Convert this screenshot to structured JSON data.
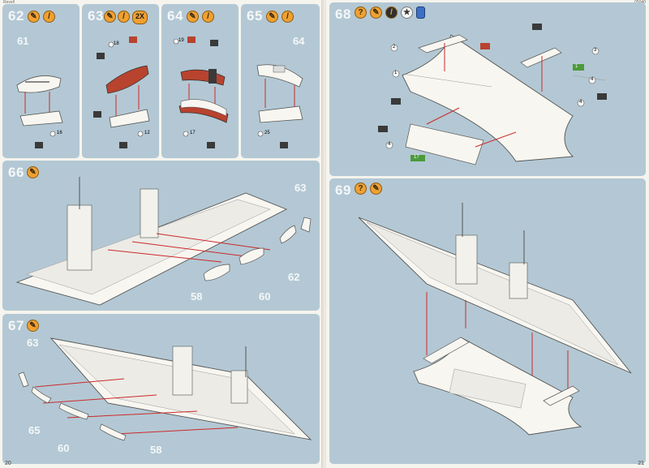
{
  "pages": {
    "left_number": "20",
    "right_number": "21",
    "left_top_note": "Revell",
    "right_top_note": "05040"
  },
  "steps": {
    "s62": {
      "number": "62",
      "labels": [
        "61"
      ],
      "callouts": [
        "16"
      ]
    },
    "s63": {
      "number": "63",
      "repeat_badge": "2X",
      "callouts": [
        "18",
        "12"
      ]
    },
    "s64": {
      "number": "64",
      "callouts": [
        "19",
        "17"
      ]
    },
    "s65": {
      "number": "65",
      "labels": [
        "64"
      ],
      "callouts": [
        "25"
      ]
    },
    "s66": {
      "number": "66",
      "labels": [
        "63",
        "62",
        "60",
        "58"
      ]
    },
    "s67": {
      "number": "67",
      "labels": [
        "63",
        "65",
        "60",
        "58"
      ]
    },
    "s68": {
      "number": "68",
      "callouts": [
        "2",
        "3",
        "1",
        "4",
        "4",
        "4"
      ],
      "paint_codes": [
        "1",
        "17"
      ]
    },
    "s69": {
      "number": "69"
    }
  },
  "colors": {
    "panel": "#b3c8d4",
    "leader_line": "#cc2a2a",
    "paint_white": "#f8f6f0",
    "paint_red": "#b8432e",
    "paint_dark": "#3a3a3a",
    "paint_green": "#4c9a3c"
  },
  "icons": [
    "glue-icon",
    "brush-icon",
    "question-icon",
    "decal-icon",
    "bookmark-icon"
  ]
}
